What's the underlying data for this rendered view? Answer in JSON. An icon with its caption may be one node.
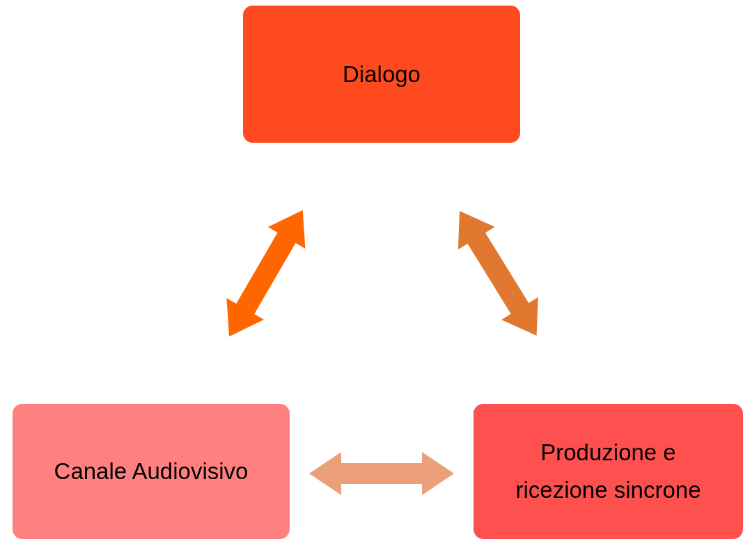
{
  "diagram": {
    "nodes": [
      {
        "text": [
          "Dialogo"
        ]
      },
      {
        "text": [
          "Canale Audiovisivo"
        ]
      },
      {
        "text": [
          "Produzione e ricezione sincrone"
        ]
      }
    ],
    "edges": [
      {
        "from": 0,
        "to": 1,
        "arrow": "both",
        "style": "thick",
        "color": "#ff6600"
      },
      {
        "from": 0,
        "to": 2,
        "arrow": "both",
        "style": "thick",
        "color": "#e07830"
      },
      {
        "from": 1,
        "to": 2,
        "arrow": "both",
        "style": "thick",
        "color": "#eba07a"
      }
    ]
  }
}
